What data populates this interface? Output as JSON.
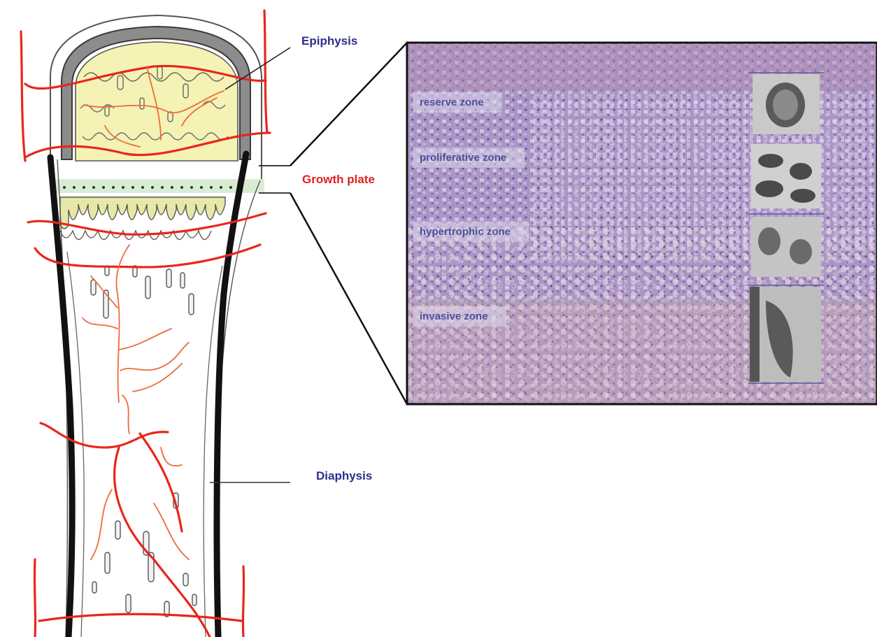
{
  "labels": {
    "epiphysis": "Epiphysis",
    "growth_plate": "Growth plate",
    "diaphysis": "Diaphysis"
  },
  "micrograph": {
    "zones": [
      {
        "label": "reserve zone"
      },
      {
        "label": "proliferative zone"
      },
      {
        "label": "hypertrophic zone"
      },
      {
        "label": "invasive zone"
      }
    ]
  },
  "colors": {
    "epiphysis_label": "#2e2e8a",
    "growth_plate_label": "#e02020",
    "diaphysis_label": "#2e2e8a",
    "vessel": "#e8261c",
    "cortex": "#111111",
    "cartilage": "#f3f0b0",
    "histology_base": "#a690c2"
  }
}
